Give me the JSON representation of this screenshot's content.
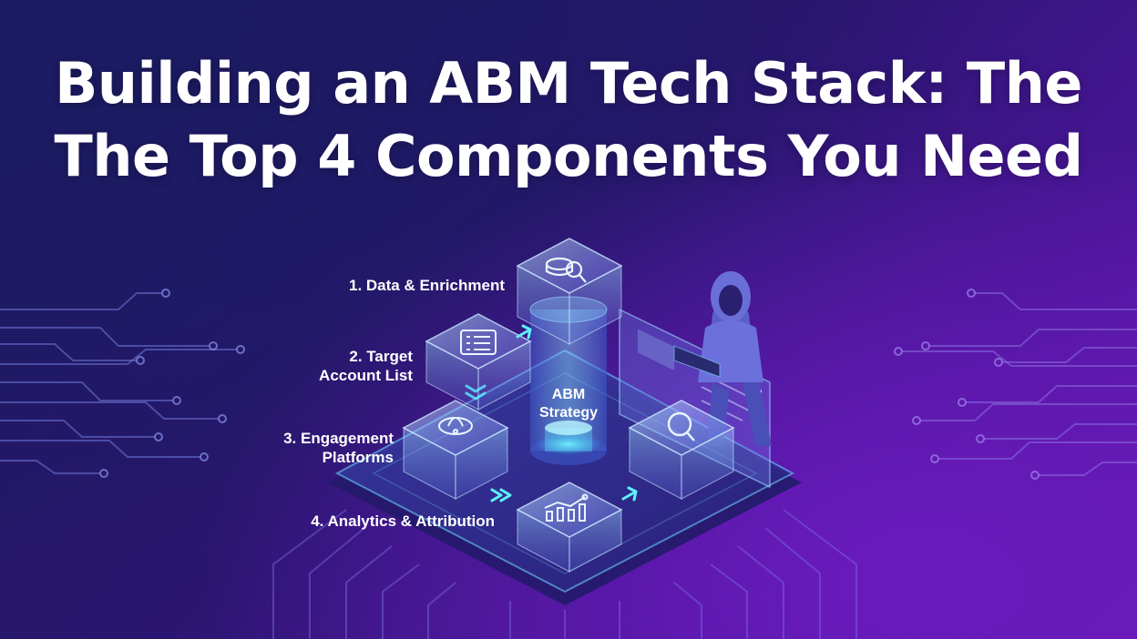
{
  "title": {
    "line1": "Building an ABM Tech Stack: The",
    "line2": "The Top 4 Components You Need"
  },
  "components": [
    {
      "label_lines": [
        "1. Data & Enrichment"
      ],
      "icon": "data-search-icon"
    },
    {
      "label_lines": [
        "2. Target",
        "Account List"
      ],
      "icon": "list-icon"
    },
    {
      "label_lines": [
        "3. Engagement",
        "Platforms"
      ],
      "icon": "bell-icon"
    },
    {
      "label_lines": [
        "4. Analytics & Attribution"
      ],
      "icon": "bar-chart-icon"
    }
  ],
  "center": {
    "line1": "ABM",
    "line2": "Strategy"
  },
  "extra_icon": "magnifier-icon",
  "figure": "hooded-person-with-laptop",
  "colors": {
    "background_start": "#1b1a5c",
    "background_end": "#6a17b0",
    "accent_cyan": "#3fe0f0",
    "text": "#ffffff"
  }
}
